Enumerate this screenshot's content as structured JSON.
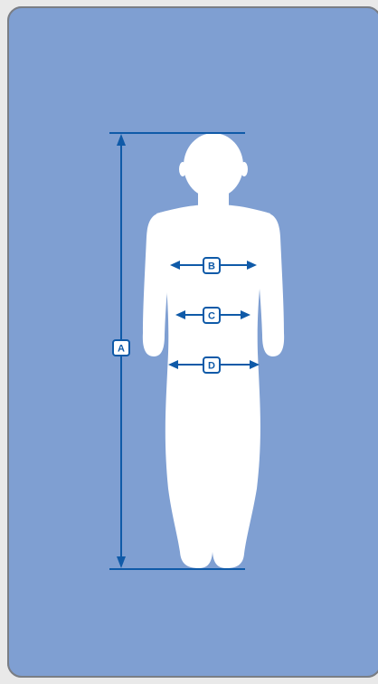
{
  "colors": {
    "panel": "#7f9fd2",
    "border": "#7a7e85",
    "figure": "#ffffff",
    "line": "#0f5aa8",
    "label_text": "#0f5aa8"
  },
  "labels": {
    "height": "A",
    "chest": "B",
    "waist": "C",
    "hips": "D"
  }
}
